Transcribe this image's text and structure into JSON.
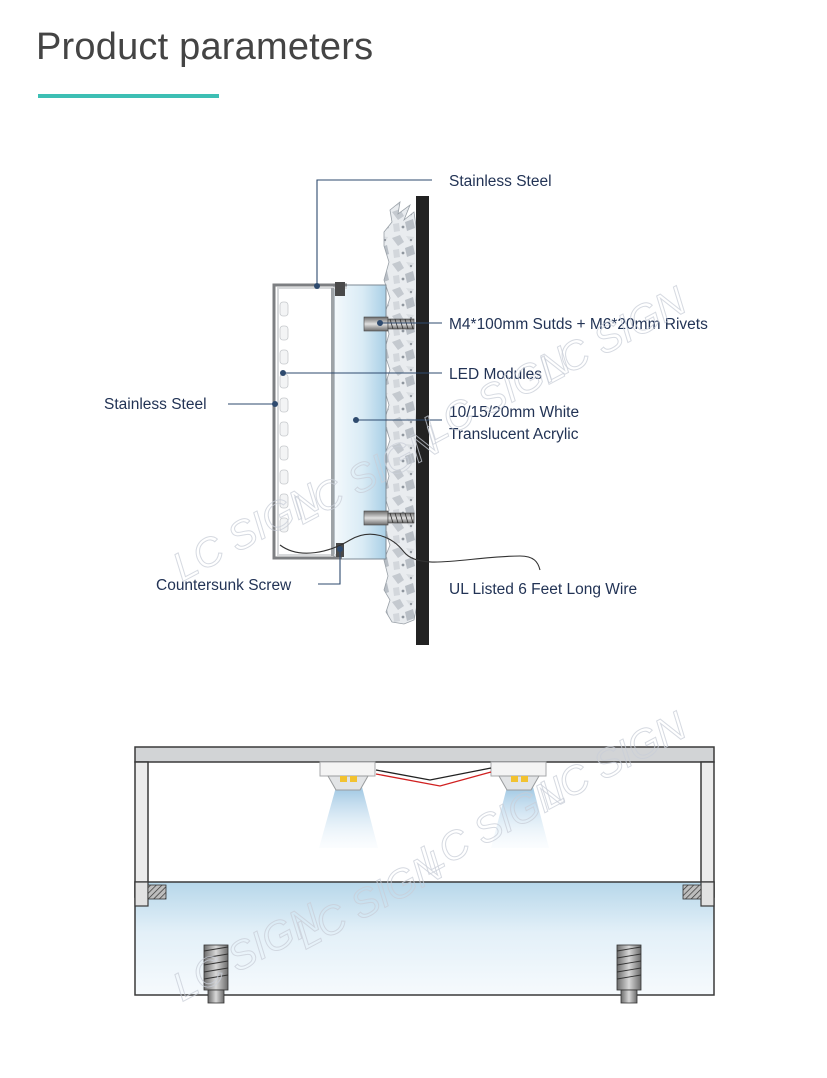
{
  "header": {
    "title": "Product parameters"
  },
  "colors": {
    "accent": "#3dbfb4",
    "leader": "#2e4a6e",
    "acrylic_light": "#eef6fb",
    "acrylic_blue": "#b9d8ea",
    "steel": "#c9ccce"
  },
  "side_diagram": {
    "labels": {
      "stainless_top": "Stainless Steel",
      "studs": "M4*100mm Sutds + M6*20mm Rivets",
      "led_modules": "LED Modules",
      "acrylic_line1": "10/15/20mm  White",
      "acrylic_line2": "Translucent Acrylic",
      "stainless_left": "Stainless Steel",
      "countersunk": "Countersunk Screw",
      "wire": "UL Listed 6 Feet Long Wire"
    }
  },
  "watermark": {
    "text": "LC SIGN"
  }
}
